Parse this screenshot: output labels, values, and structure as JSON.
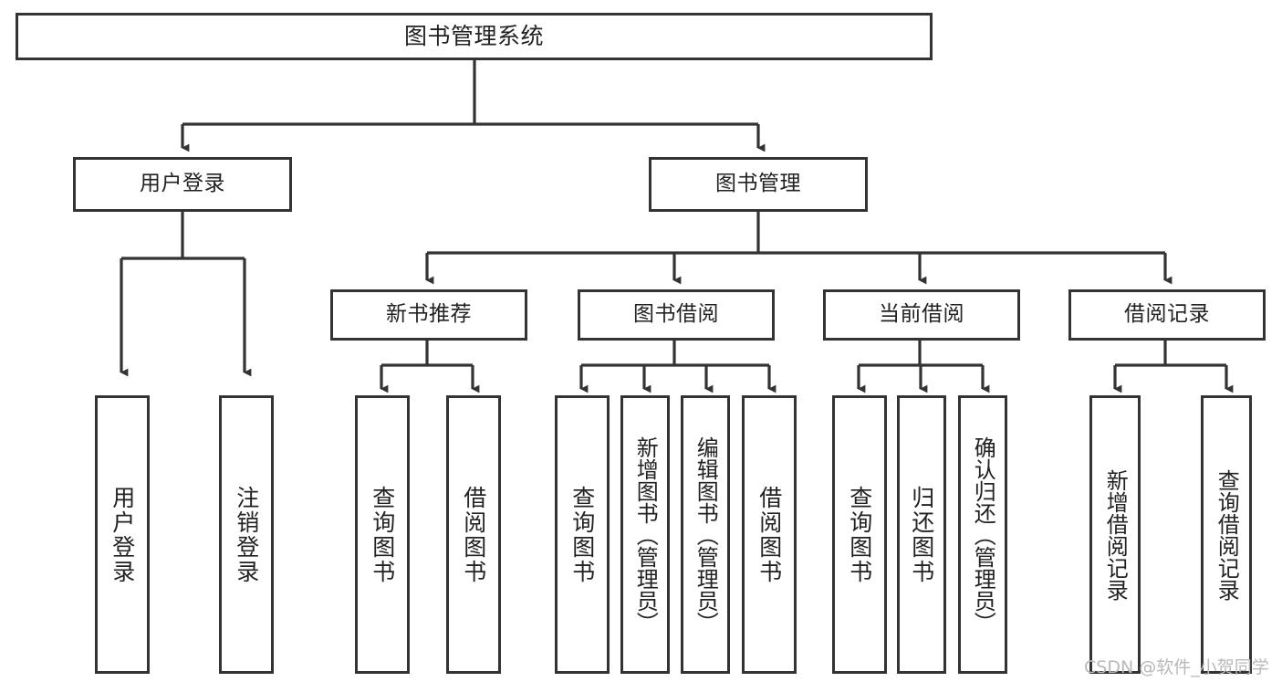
{
  "diagram": {
    "title": "图书管理系统",
    "type": "tree-hierarchy",
    "orientation": "top-down",
    "stroke_color": "#333333",
    "fill_color": "#ffffff",
    "text_color": "#222222"
  },
  "watermark": {
    "text": "CSDN @软件_小贺同学",
    "color": "#b9b9b9"
  },
  "nodes": {
    "root": {
      "label": "图书管理系统"
    },
    "level1": [
      {
        "label": "用户登录"
      },
      {
        "label": "图书管理"
      }
    ],
    "level2": [
      {
        "label": "新书推荐"
      },
      {
        "label": "图书借阅"
      },
      {
        "label": "当前借阅"
      },
      {
        "label": "借阅记录"
      }
    ],
    "leaves": {
      "user_login": [
        {
          "label": "用户登录"
        },
        {
          "label": "注销登录"
        }
      ],
      "new_book_recommend": [
        {
          "label": "查询图书"
        },
        {
          "label": "借阅图书"
        }
      ],
      "book_borrow": [
        {
          "label": "查询图书"
        },
        {
          "label": "新增图书（管理员）"
        },
        {
          "label": "编辑图书（管理员）"
        },
        {
          "label": "借阅图书"
        }
      ],
      "current_borrow": [
        {
          "label": "查询图书"
        },
        {
          "label": "归还图书"
        },
        {
          "label": "确认归还（管理员）"
        }
      ],
      "borrow_record": [
        {
          "label": "新增借阅记录"
        },
        {
          "label": "查询借阅记录"
        }
      ]
    }
  }
}
